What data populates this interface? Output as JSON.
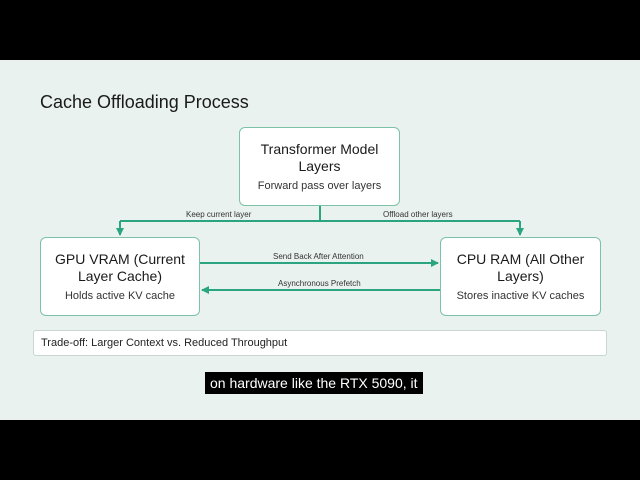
{
  "title": "Cache Offloading Process",
  "nodes": {
    "transformer": {
      "title": "Transformer Model Layers",
      "subtitle": "Forward pass over layers"
    },
    "gpu": {
      "title": "GPU VRAM (Current Layer Cache)",
      "subtitle": "Holds active KV cache"
    },
    "cpu": {
      "title": "CPU RAM (All Other Layers)",
      "subtitle": "Stores inactive KV caches"
    }
  },
  "edges": {
    "keep": "Keep current layer",
    "offload": "Offload other layers",
    "send_back": "Send Back After Attention",
    "prefetch": "Asynchronous Prefetch"
  },
  "tradeoff": "Trade-off: Larger Context vs. Reduced Throughput",
  "caption": "on hardware like the RTX 5090, it",
  "colors": {
    "accent": "#2aa57f",
    "box_border": "#7bc2a6",
    "background": "#e9f2ee"
  }
}
